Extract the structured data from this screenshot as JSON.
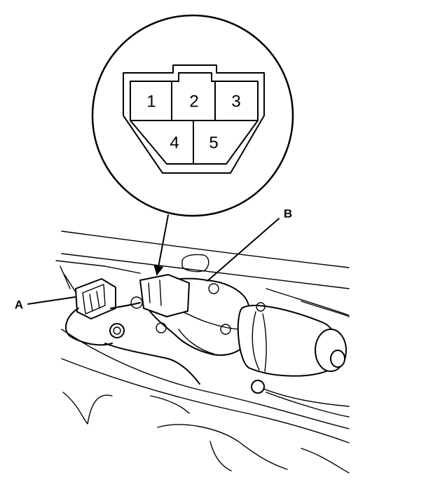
{
  "connector": {
    "pins": [
      {
        "label": "1"
      },
      {
        "label": "2"
      },
      {
        "label": "3"
      },
      {
        "label": "4"
      },
      {
        "label": "5"
      }
    ]
  },
  "callouts": {
    "a": "A",
    "b": "B"
  }
}
